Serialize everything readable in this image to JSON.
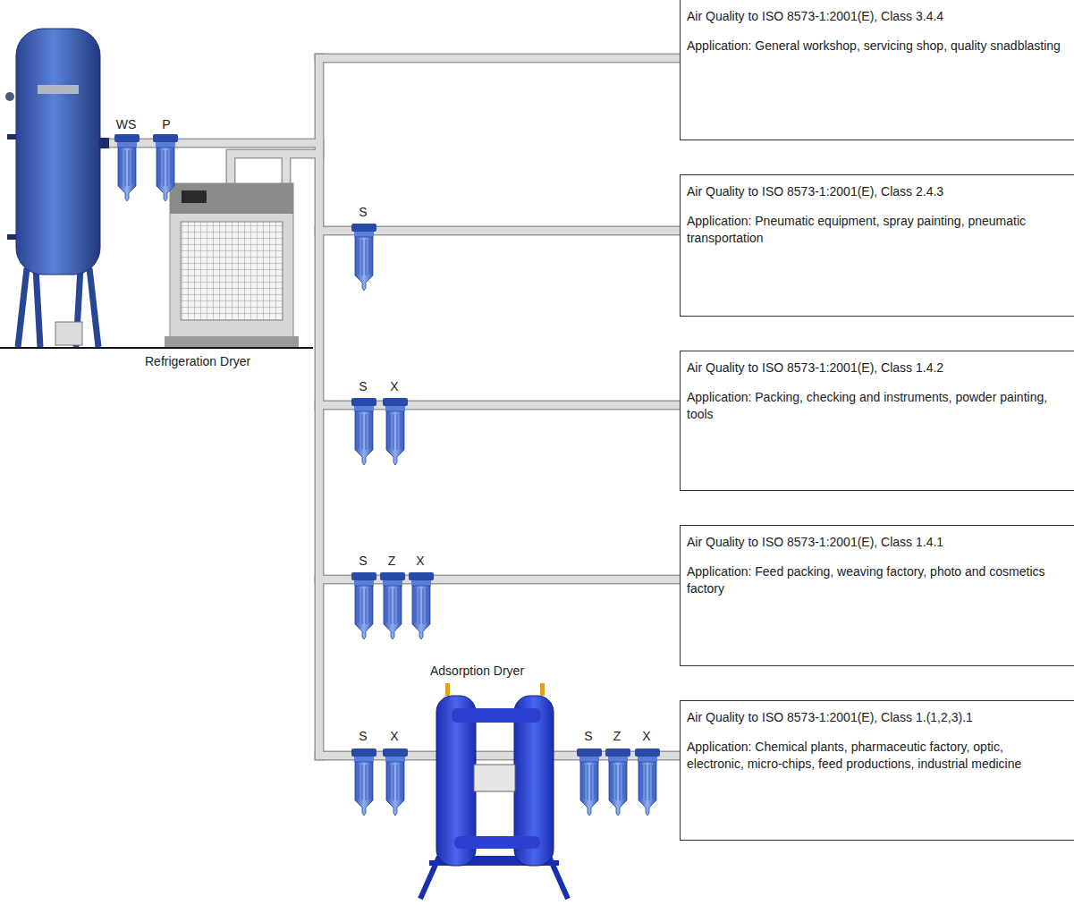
{
  "diagram": {
    "nodes": [
      {
        "text": [
          "Air Quality to ISO 8573-1:2001(E), Class 3.4.4",
          "Application: General workshop, servicing shop, quality snadblasting"
        ]
      },
      {
        "text": [
          "Air Quality to ISO 8573-1:2001(E), Class 2.4.3",
          "Application: Pneumatic equipment, spray painting, pneumatic transportation"
        ]
      },
      {
        "text": [
          "Air Quality to ISO 8573-1:2001(E), Class 1.4.2",
          "Application: Packing, checking and instruments, powder painting, tools"
        ]
      },
      {
        "text": [
          "Air Quality to ISO 8573-1:2001(E), Class 1.4.1",
          "Application: Feed packing, weaving factory, photo and cosmetics factory"
        ]
      },
      {
        "text": [
          "Air Quality to ISO 8573-1:2001(E), Class 1.(1,2,3).1",
          "Application: Chemical plants, pharmaceutic factory, optic, electronic, micro-chips, feed productions, industrial medicine"
        ]
      }
    ],
    "labels": [
      "WS",
      "P",
      "Refrigeration Dryer",
      "S",
      "S",
      "X",
      "S",
      "Z",
      "X",
      "Adsorption Dryer",
      "S",
      "X",
      "S",
      "Z",
      "X"
    ]
  }
}
